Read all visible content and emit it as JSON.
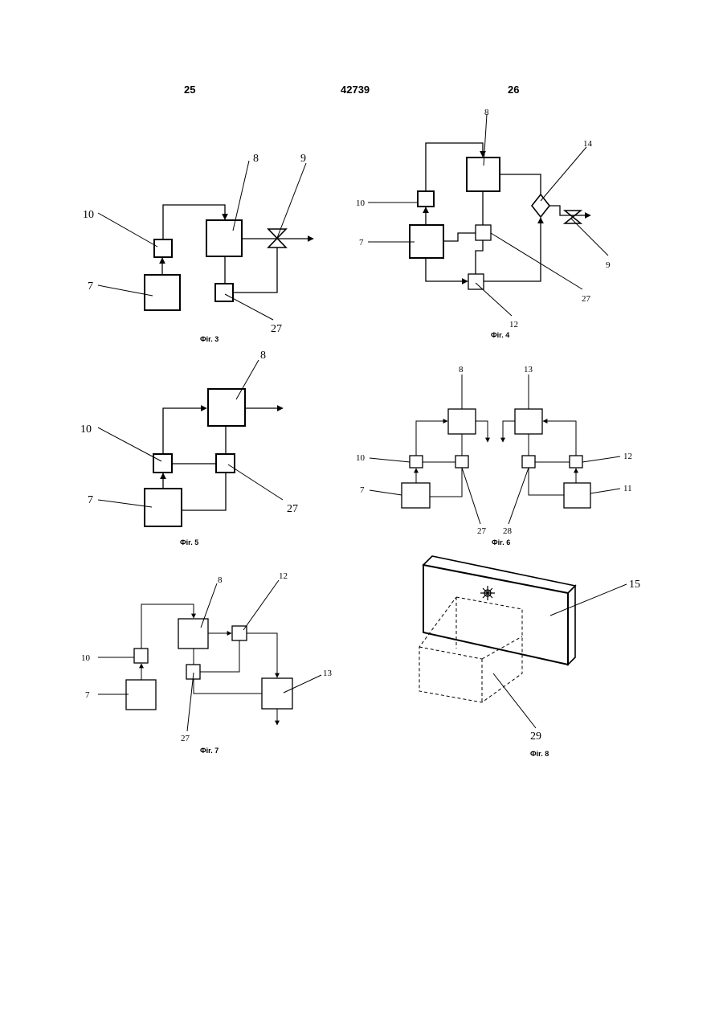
{
  "header": {
    "left": "25",
    "center": "42739",
    "right": "26"
  },
  "figures": {
    "fig3": {
      "caption": "Фir. 3",
      "labels": [
        "8",
        "9",
        "10",
        "7",
        "27"
      ]
    },
    "fig4": {
      "caption": "Фir. 4",
      "labels": [
        "8",
        "14",
        "10",
        "7",
        "9",
        "27",
        "12"
      ]
    },
    "fig5": {
      "caption": "Фir. 5",
      "labels": [
        "8",
        "10",
        "7",
        "27"
      ]
    },
    "fig6": {
      "caption": "Фir. 6",
      "labels": [
        "8",
        "13",
        "10",
        "12",
        "7",
        "11",
        "27",
        "28"
      ]
    },
    "fig7": {
      "caption": "Фir. 7",
      "labels": [
        "8",
        "12",
        "10",
        "13",
        "7",
        "27"
      ]
    },
    "fig8": {
      "caption": "Фir. 8",
      "labels": [
        "15",
        "29"
      ]
    }
  }
}
